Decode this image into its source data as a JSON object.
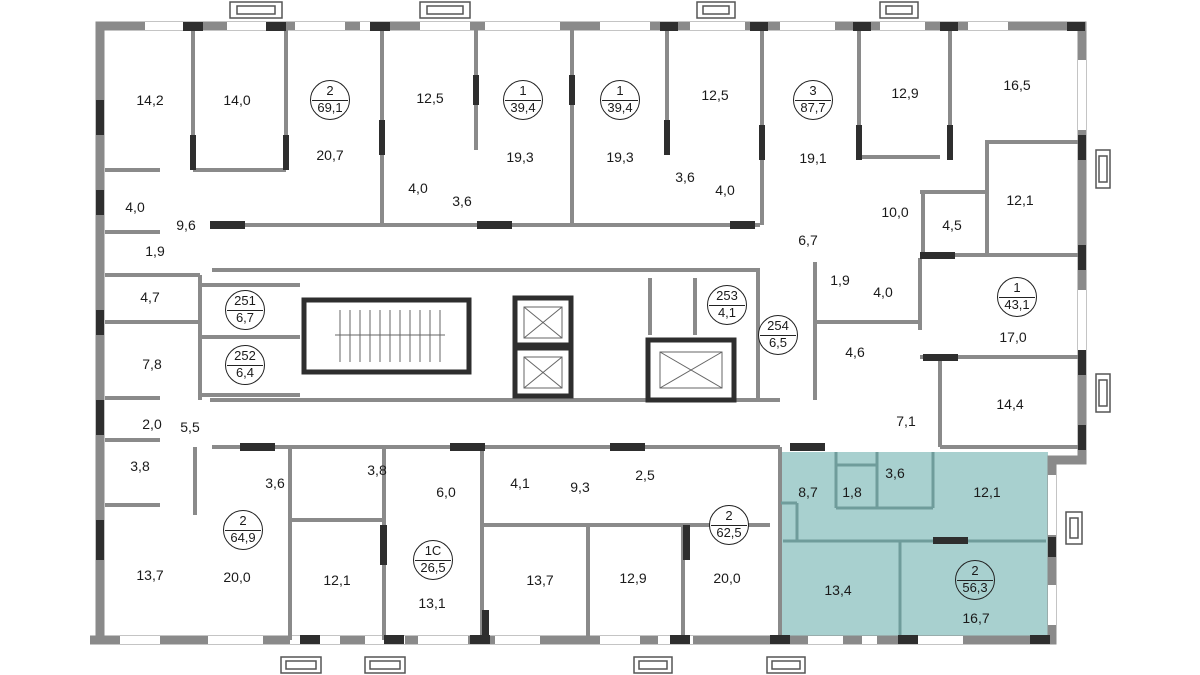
{
  "colors": {
    "wall": "#8a8a8a",
    "wall_dark": "#2e2e2e",
    "highlight": "#a8d0cf"
  },
  "apartments": [
    {
      "rooms": "2",
      "area": "69,1"
    },
    {
      "rooms": "1",
      "area": "39,4"
    },
    {
      "rooms": "1",
      "area": "39,4"
    },
    {
      "rooms": "3",
      "area": "87,7"
    },
    {
      "rooms": "251",
      "area": "6,7"
    },
    {
      "rooms": "252",
      "area": "6,4"
    },
    {
      "rooms": "253",
      "area": "4,1"
    },
    {
      "rooms": "254",
      "area": "6,5"
    },
    {
      "rooms": "1",
      "area": "43,1"
    },
    {
      "rooms": "2",
      "area": "64,9"
    },
    {
      "rooms": "1С",
      "area": "26,5"
    },
    {
      "rooms": "2",
      "area": "62,5"
    },
    {
      "rooms": "2",
      "area": "56,3",
      "highlighted": true
    }
  ],
  "rooms": [
    "14,2",
    "14,0",
    "20,7",
    "12,5",
    "19,3",
    "19,3",
    "12,5",
    "19,1",
    "12,9",
    "16,5",
    "12,1",
    "10,0",
    "4,5",
    "6,7",
    "4,0",
    "9,6",
    "1,9",
    "4,0",
    "3,6",
    "3,6",
    "4,0",
    "4,7",
    "1,9",
    "4,0",
    "4,6",
    "17,0",
    "14,4",
    "7,1",
    "7,8",
    "2,0",
    "5,5",
    "3,8",
    "3,6",
    "3,8",
    "6,0",
    "4,1",
    "9,3",
    "2,5",
    "8,7",
    "1,8",
    "3,6",
    "12,1",
    "13,7",
    "20,0",
    "12,1",
    "13,1",
    "13,7",
    "12,9",
    "20,0",
    "13,4",
    "16,7"
  ]
}
